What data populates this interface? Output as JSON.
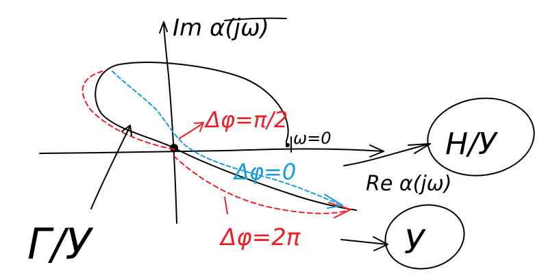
{
  "axes": {
    "imag_label": "Im α(jω)",
    "real_label": "Re α(jω)"
  },
  "annotations": {
    "omega_zero": "ω=0",
    "phase_pi_over_2": "Δφ=π/2",
    "phase_zero": "Δφ=0",
    "phase_two_pi": "Δφ=2π"
  },
  "outcomes": {
    "unstable": "Н/У",
    "stable": "У",
    "marginal": "Г/У"
  },
  "colors": {
    "black": "#000000",
    "red": "#e8202a",
    "blue": "#1b9bd7"
  }
}
